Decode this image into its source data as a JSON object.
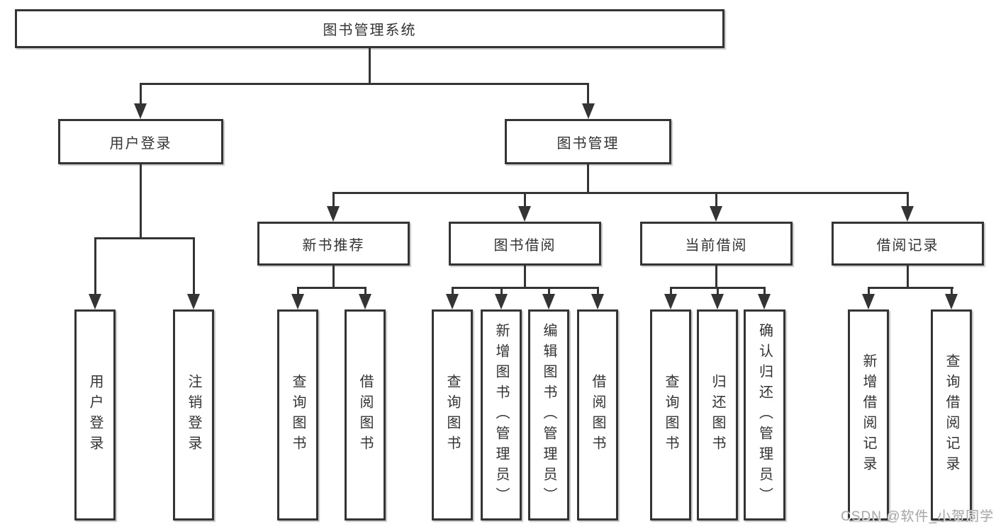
{
  "diagram": {
    "title": "图书管理系统",
    "colors": {
      "line": "#343434",
      "box_border": "#343434",
      "box_fill": "#ffffff",
      "text": "#333333",
      "watermark": "#a9a9a9"
    },
    "nodes": {
      "root": {
        "label": "图书管理系统"
      },
      "user_login": {
        "label": "用户登录"
      },
      "book_management": {
        "label": "图书管理"
      },
      "new_book_rec": {
        "label": "新书推荐"
      },
      "book_borrow": {
        "label": "图书借阅"
      },
      "current_borrow": {
        "label": "当前借阅"
      },
      "borrow_records": {
        "label": "借阅记录"
      },
      "login_action": {
        "label": "用户登录"
      },
      "logout_action": {
        "label": "注销登录"
      },
      "rec_query_books": {
        "label": "查询图书"
      },
      "rec_borrow_books": {
        "label": "借阅图书"
      },
      "bb_query_books": {
        "label": "查询图书"
      },
      "bb_add_book": {
        "label": "新增图书（管理员）"
      },
      "bb_edit_book": {
        "label": "编辑图书（管理员）"
      },
      "bb_borrow_books": {
        "label": "借阅图书"
      },
      "cb_query_books": {
        "label": "查询图书"
      },
      "cb_return_books": {
        "label": "归还图书"
      },
      "cb_confirm_return": {
        "label": "确认归还（管理员）"
      },
      "br_add_record": {
        "label": "新增借阅记录"
      },
      "br_query_record": {
        "label": "查询借阅记录"
      }
    },
    "watermark": "CSDN @软件_小贺同学"
  }
}
